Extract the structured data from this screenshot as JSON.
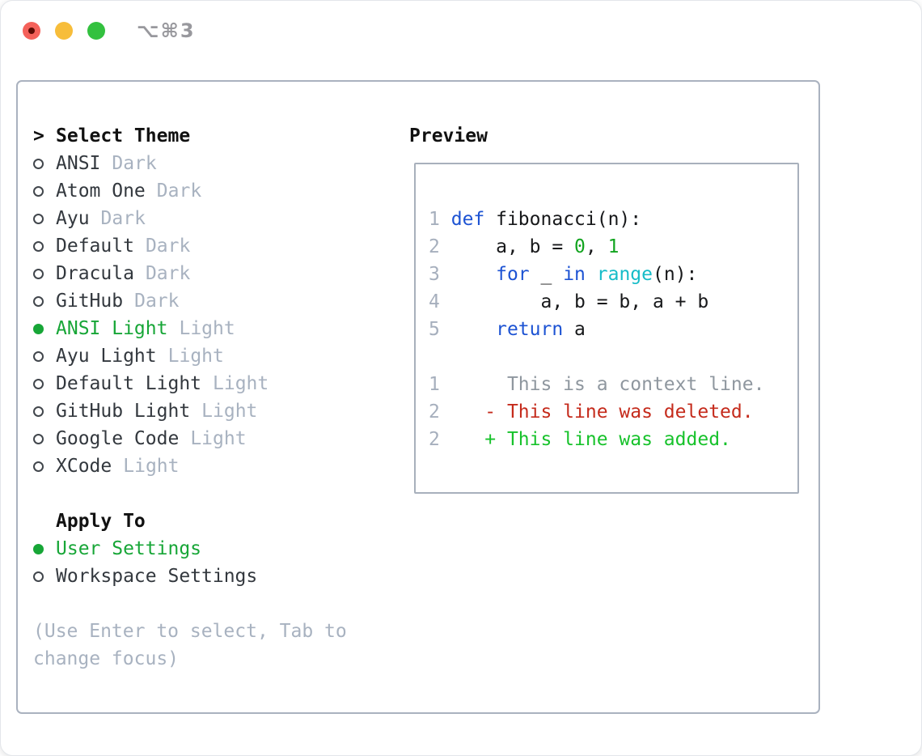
{
  "window": {
    "title": "⌥⌘3",
    "traffic_lights": {
      "red": "#f4615a",
      "red_inner_dot": "#5c0b04",
      "yellow": "#f7bd3a",
      "green": "#33c13f"
    }
  },
  "colors": {
    "accent_green": "#17a637",
    "list_text": "#33383e",
    "muted_gray": "#a8b2c0",
    "box_border": "#aab2bf",
    "header_black": "#111111"
  },
  "theme_panel": {
    "header_marker": ">",
    "header_label": "Select Theme",
    "themes": [
      {
        "name": "ANSI",
        "variant": "Dark",
        "selected": false
      },
      {
        "name": "Atom One",
        "variant": "Dark",
        "selected": false
      },
      {
        "name": "Ayu",
        "variant": "Dark",
        "selected": false
      },
      {
        "name": "Default",
        "variant": "Dark",
        "selected": false
      },
      {
        "name": "Dracula",
        "variant": "Dark",
        "selected": false
      },
      {
        "name": "GitHub",
        "variant": "Dark",
        "selected": false
      },
      {
        "name": "ANSI Light",
        "variant": "Light",
        "selected": true
      },
      {
        "name": "Ayu Light",
        "variant": "Light",
        "selected": false
      },
      {
        "name": "Default Light",
        "variant": "Light",
        "selected": false
      },
      {
        "name": "GitHub Light",
        "variant": "Light",
        "selected": false
      },
      {
        "name": "Google Code",
        "variant": "Light",
        "selected": false
      },
      {
        "name": "XCode",
        "variant": "Light",
        "selected": false
      }
    ],
    "apply_to": {
      "header": "Apply To",
      "options": [
        {
          "label": "User Settings",
          "selected": true
        },
        {
          "label": "Workspace Settings",
          "selected": false
        }
      ]
    },
    "hint": "(Use Enter to select, Tab to change focus)"
  },
  "preview_panel": {
    "header": "Preview",
    "syntax_colors": {
      "num": "#a6afbd",
      "code": "#17181a",
      "kw": "#1d53d3",
      "lit": "#12a41f",
      "fn": "#16bcc8",
      "ctx": "#8f979f",
      "del": "#c52b1c",
      "add": "#17c22b"
    },
    "lines": [
      [
        {
          "t": "1",
          "c": "num"
        },
        {
          "t": " ",
          "c": "code"
        },
        {
          "t": "def",
          "c": "kw"
        },
        {
          "t": " fibonacci(n):",
          "c": "code"
        }
      ],
      [
        {
          "t": "2",
          "c": "num"
        },
        {
          "t": "     a, b = ",
          "c": "code"
        },
        {
          "t": "0",
          "c": "lit"
        },
        {
          "t": ", ",
          "c": "code"
        },
        {
          "t": "1",
          "c": "lit"
        }
      ],
      [
        {
          "t": "3",
          "c": "num"
        },
        {
          "t": "     ",
          "c": "code"
        },
        {
          "t": "for",
          "c": "kw"
        },
        {
          "t": " _ ",
          "c": "code"
        },
        {
          "t": "in",
          "c": "kw"
        },
        {
          "t": " ",
          "c": "code"
        },
        {
          "t": "range",
          "c": "fn"
        },
        {
          "t": "(n):",
          "c": "code"
        }
      ],
      [
        {
          "t": "4",
          "c": "num"
        },
        {
          "t": "         a, b = b, a + b",
          "c": "code"
        }
      ],
      [
        {
          "t": "5",
          "c": "num"
        },
        {
          "t": "     ",
          "c": "code"
        },
        {
          "t": "return",
          "c": "kw"
        },
        {
          "t": " a",
          "c": "code"
        }
      ],
      [],
      [
        {
          "t": "1",
          "c": "num"
        },
        {
          "t": "      This is a context line.",
          "c": "ctx"
        }
      ],
      [
        {
          "t": "2",
          "c": "num"
        },
        {
          "t": "    - This line was deleted.",
          "c": "del"
        }
      ],
      [
        {
          "t": "2",
          "c": "num"
        },
        {
          "t": "    + This line was added.",
          "c": "add"
        }
      ]
    ]
  }
}
